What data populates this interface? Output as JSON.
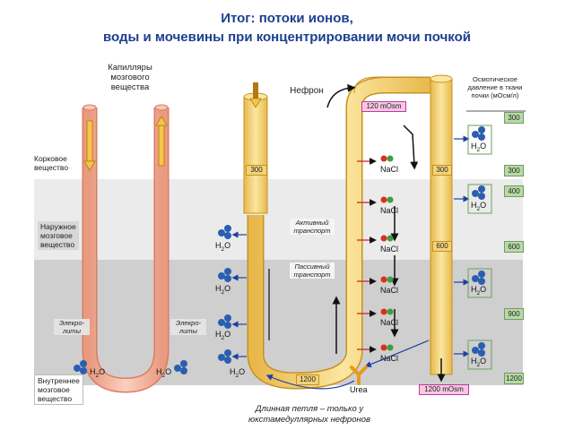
{
  "title_line1": "Итог: потоки ионов,",
  "title_line2": "воды и мочевины при концентрировании мочи почкой",
  "capillaries_label": [
    "Капилляры",
    "мозгового",
    "вещества"
  ],
  "nephron_label": "Нефрон",
  "osmotic_label": [
    "Осмотическое",
    "давление в ткани",
    "почки (мОсм/л)"
  ],
  "zones": {
    "cortex": [
      "Корковое",
      "вещество"
    ],
    "outer_medulla": [
      "Наружное",
      "мозговое",
      "вещество"
    ],
    "inner_medulla": [
      "Внутреннее",
      "мозговое",
      "вещество"
    ]
  },
  "osmotic_values": [
    "300",
    "300",
    "400",
    "600",
    "900",
    "1200"
  ],
  "tube_values": {
    "descending_top": "300",
    "ascending_top": "120 mOsm",
    "collecting_top": "300",
    "collecting_mid": "600",
    "loop_bottom": "1200",
    "collecting_bottom": "1200 mOsm"
  },
  "active_transport": [
    "Активный",
    "транспорт"
  ],
  "passive_transport": [
    "Пассивный",
    "транспорт"
  ],
  "electrolytes": [
    "Элекро-",
    "литы"
  ],
  "electrolytes_right": [
    "Элекро-",
    "литы"
  ],
  "h2o": "H2O",
  "h2o_sub": "2",
  "nacl": "NaCl",
  "urea": "Urea",
  "caption": [
    "Длинная петля – только у",
    "юкстамедуллярных нефронов"
  ],
  "colors": {
    "title": "#1b3f8f",
    "tube_fill": "#f6d77e",
    "tube_edge": "#d49a2a",
    "capillary": "#f4b49a",
    "outer_medulla_bg": "#ebebeb",
    "inner_medulla_bg": "#cfcfcf",
    "water_blue": "#2a5fb0",
    "nacl_red": "#d83020",
    "nacl_green": "#3aa040",
    "osmotic_green": "#b8d9a8",
    "urea_orange": "#e89a20"
  }
}
